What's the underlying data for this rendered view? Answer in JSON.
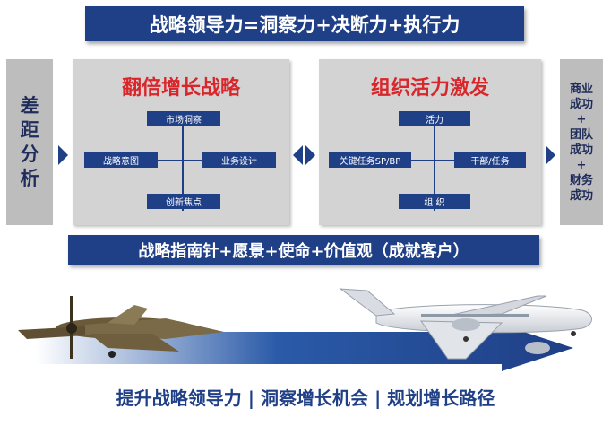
{
  "header": {
    "title": "战略领导力=洞察力+决断力+执行力"
  },
  "left_box": {
    "label": "差距分析"
  },
  "right_box": {
    "lines": [
      "商业",
      "成功",
      "+",
      "团队",
      "成功",
      "+",
      "财务",
      "成功"
    ]
  },
  "panel_left": {
    "title": "翻倍增长战略",
    "nodes": {
      "top": "市场洞察",
      "left": "战略意图",
      "right": "业务设计",
      "bottom": "创新焦点"
    }
  },
  "panel_right": {
    "title": "组织活力激发",
    "nodes": {
      "top": "活力",
      "left": "关键任务SP/BP",
      "right": "干部/任务",
      "bottom": "组 织"
    }
  },
  "middle_banner": {
    "text": "战略指南针+愿景+使命+价值观（成就客户）"
  },
  "footer": {
    "text": "提升战略领导力 | 洞察增长机会 | 规划增长路径"
  },
  "colors": {
    "navy": "#1f3f86",
    "red": "#d9262b",
    "gray": "#bdbdbd",
    "panel": "#d3d3d3"
  },
  "images": {
    "left_plane": "propeller-warplane",
    "right_plane": "jet-airliner",
    "arrow": "blue-arrow"
  }
}
